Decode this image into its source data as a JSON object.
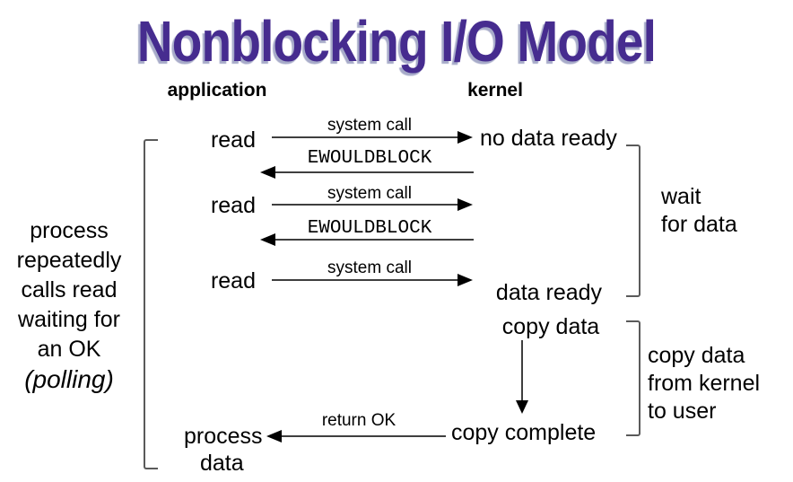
{
  "title": "Nonblocking I/O Model",
  "columns": {
    "application": "application",
    "kernel": "kernel"
  },
  "left_note": {
    "lines": [
      "process",
      "repeatedly",
      "calls read",
      "waiting for",
      "an OK"
    ],
    "emphasis": "(polling)"
  },
  "application_side": {
    "read1": "read",
    "read2": "read",
    "read3": "read",
    "process": "process",
    "data": "data"
  },
  "kernel_side": {
    "no_data_ready": "no data ready",
    "data_ready": "data ready",
    "copy_data": "copy data",
    "copy_complete": "copy complete"
  },
  "arrow_labels": {
    "syscall1": "system call",
    "ewouldblock1": "EWOULDBLOCK",
    "syscall2": "system call",
    "ewouldblock2": "EWOULDBLOCK",
    "syscall3": "system call",
    "return_ok": "return OK"
  },
  "annotations": {
    "wait": {
      "lines": [
        "wait",
        "for data"
      ]
    },
    "copy": {
      "lines": [
        "copy data",
        "from kernel",
        "to user"
      ]
    }
  },
  "colors": {
    "background": "#FFFFFF",
    "text": "#000000",
    "title": "#462C8F",
    "title_shadow": "#A7ABC9",
    "line": "#3F3F3F",
    "bracket": "#5A5A5A"
  }
}
